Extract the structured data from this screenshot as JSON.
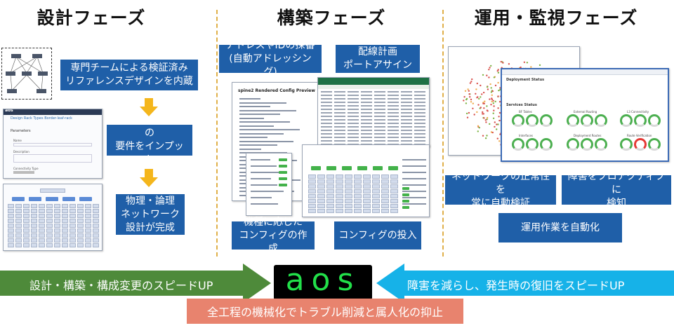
{
  "phases": {
    "design": "設計フェーズ",
    "build": "構築フェーズ",
    "operate": "運用・監視フェーズ"
  },
  "design": {
    "box1_line1": "専門チームによる検証済み",
    "box1_line2": "リファレンスデザインを内蔵",
    "box2_line1": "プロジェクト毎の",
    "box2_line2": "要件をインプット",
    "box3_line1": "物理・論理",
    "box3_line2": "ネットワーク",
    "box3_line3": "設計が完成",
    "form_header": "Design  Rack Types  Border-leaf-rack",
    "form_section": "Parameters",
    "form_field1": "Name",
    "form_field2": "Description",
    "form_field3": "Connectivity Type"
  },
  "build": {
    "box1_line1": "アドレスやIDの採番",
    "box1_line2": "(自動アドレッシング)",
    "box2_line1": "配線計画",
    "box2_line2": "ポートアサイン",
    "box3_line1": "機種に応じた",
    "box3_line2": "コンフィグの作成",
    "box4": "コンフィグの投入",
    "config_title": "spine2 Rendered Config Preview"
  },
  "operate": {
    "box1_line1": "ネットワークの正常性を",
    "box1_line2": "常に自動検証",
    "box2_line1": "障害をプロアクティブに",
    "box2_line2": "検知",
    "box3": "運用作業を自動化",
    "dash_title": "Deployment Status",
    "dash_services": "Services Status",
    "dash_g1": "BF Tables",
    "dash_g2": "External Routing",
    "dash_g3": "L3 Connectivity",
    "dash_g4": "Interfaces",
    "dash_g5": "Deployment Routes",
    "dash_g6": "Route Verification"
  },
  "bottom": {
    "left_arrow": "設計・構築・構成変更のスピードUP",
    "right_arrow": "障害を減らし、発生時の復旧をスピードUP",
    "logo": "aos",
    "banner": "全工程の機械化でトラブル削減と属人化の抑止"
  },
  "colors": {
    "box_blue": "#1f5fa8",
    "arrow_green": "#4e8a3a",
    "arrow_cyan": "#16b2e8",
    "banner_salmon": "#e8836e",
    "logo_green": "#22e04a",
    "down_arrow": "#f4b61c"
  }
}
